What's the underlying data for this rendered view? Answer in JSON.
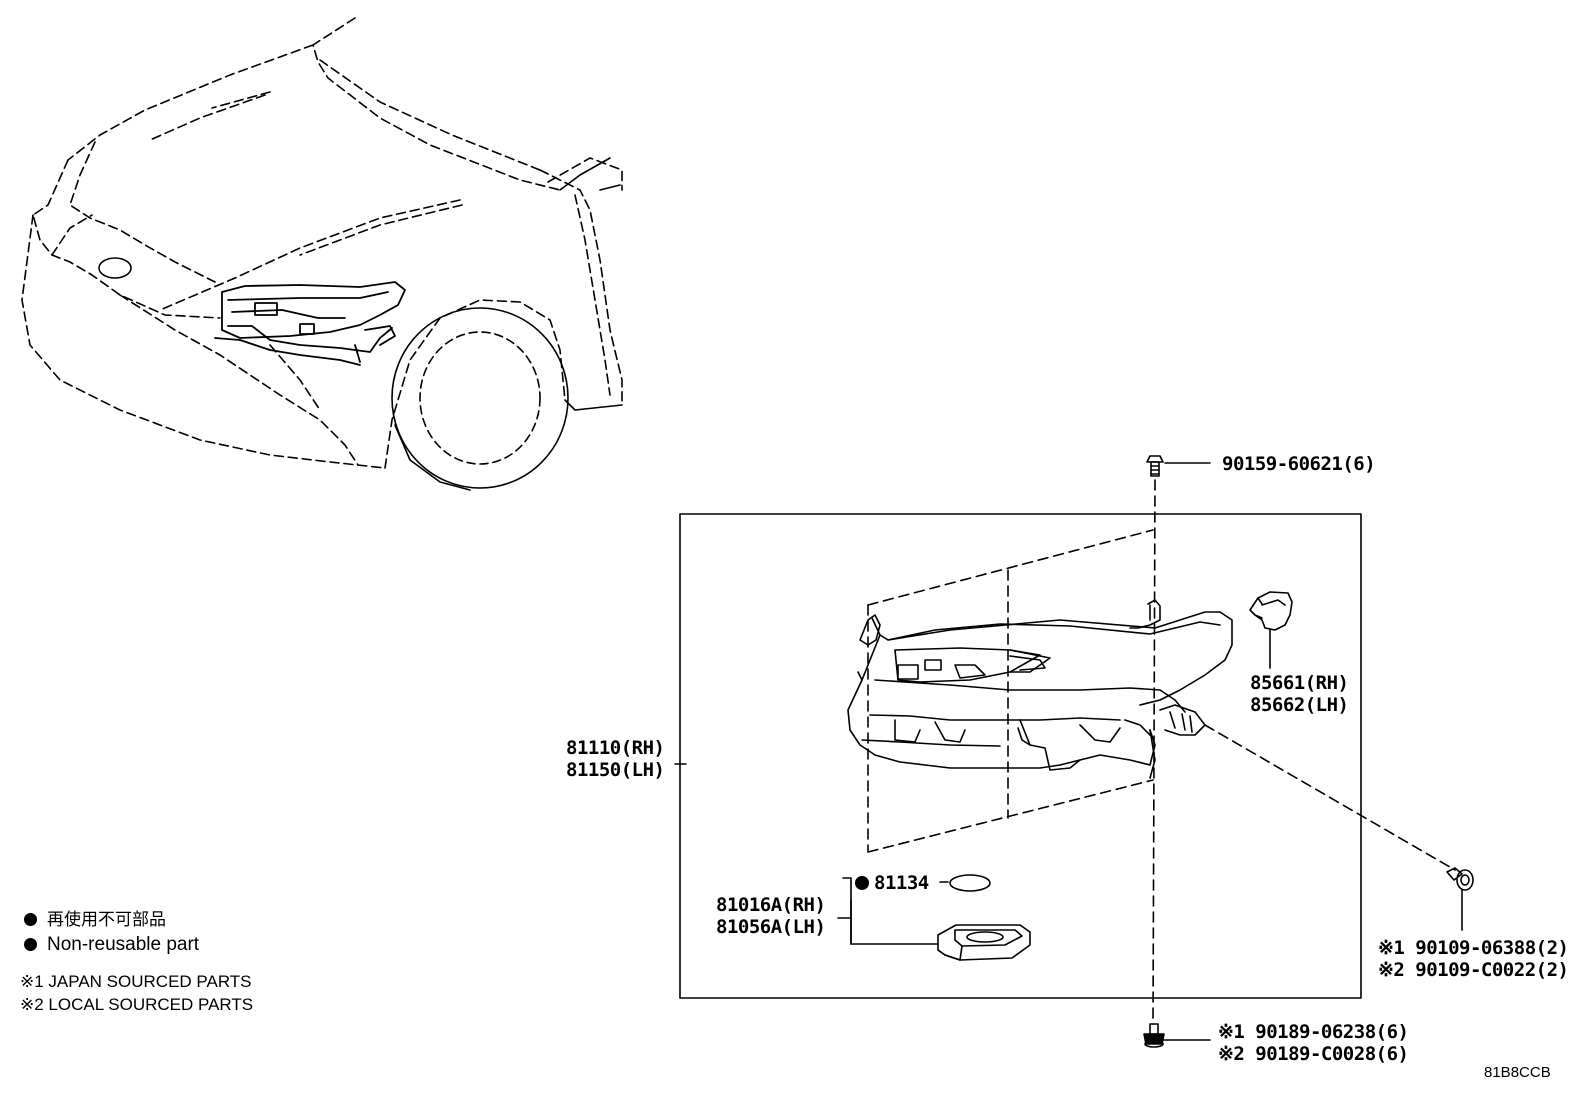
{
  "legend": {
    "non_reusable_jp": "再使用不可部品",
    "non_reusable_en": "Non-reusable part",
    "note1": "※1 JAPAN SOURCED PARTS",
    "note2": "※2 LOCAL SOURCED PARTS"
  },
  "parts": {
    "screw_top": "90159-60621(6)",
    "headlamp_rh": "81110(RH)",
    "headlamp_lh": "81150(LH)",
    "actuator_rh": "85661(RH)",
    "actuator_lh": "85662(LH)",
    "gasket": "81134",
    "computer_rh": "81016A(RH)",
    "computer_lh": "81056A(LH)",
    "bolt_side_1": "※1 90109-06388(2)",
    "bolt_side_2": "※2 90109-C0022(2)",
    "bolt_bottom_1": "※1 90189-06238(6)",
    "bolt_bottom_2": "※2 90189-C0028(6)"
  },
  "diagram_code": "81B8CCB"
}
